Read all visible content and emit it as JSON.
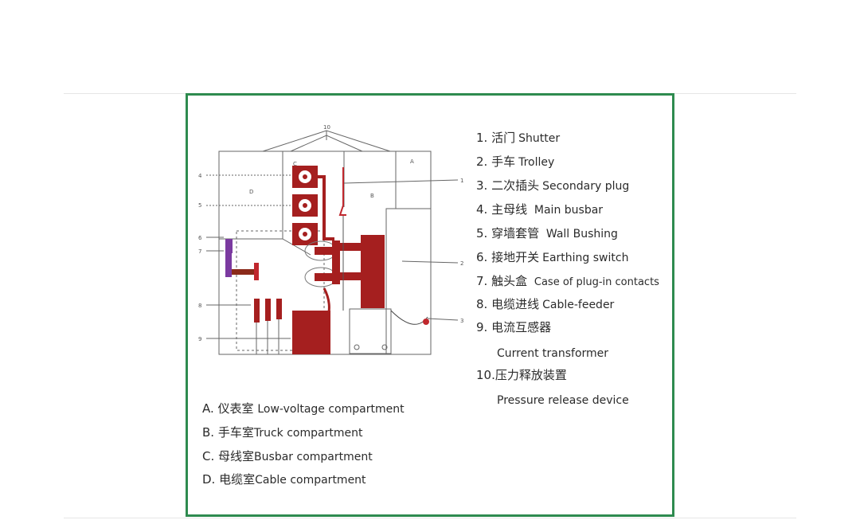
{
  "colors": {
    "frame": "#2e8b4f",
    "equipment_red": "#a51f1f",
    "purple": "#7b3aa0",
    "line": "#555555"
  },
  "diagram": {
    "callouts": {
      "n1": "1",
      "n2": "2",
      "n3": "3",
      "n4": "4",
      "n5": "5",
      "n6": "6",
      "n7": "7",
      "n8": "8",
      "n9": "9",
      "n10": "10"
    },
    "regions": {
      "a": "A",
      "b": "B",
      "c": "C",
      "d": "D"
    }
  },
  "legend": [
    {
      "num": "1.",
      "zh": "活门",
      "en": "Shutter"
    },
    {
      "num": "2.",
      "zh": "手车",
      "en": "Trolley"
    },
    {
      "num": "3.",
      "zh": "二次插头",
      "en": "Secondary plug"
    },
    {
      "num": "4.",
      "zh": "主母线",
      "en": "Main busbar"
    },
    {
      "num": "5.",
      "zh": "穿墙套管",
      "en": "Wall Bushing"
    },
    {
      "num": "6.",
      "zh": "接地开关",
      "en": "Earthing switch"
    },
    {
      "num": "7.",
      "zh": "触头盒",
      "en": "Case of plug-in contacts"
    },
    {
      "num": "8.",
      "zh": "电缆进线",
      "en": "Cable-feeder"
    },
    {
      "num": "9.",
      "zh": "电流互感器",
      "en": "Current transformer"
    },
    {
      "num": "10.",
      "zh": "压力释放装置",
      "en": "Pressure release device"
    }
  ],
  "compartments": [
    {
      "letter": "A.",
      "zh": "仪表室",
      "en": "Low-voltage compartment"
    },
    {
      "letter": "B.",
      "zh": "手车室",
      "en": "Truck compartment"
    },
    {
      "letter": "C.",
      "zh": "母线室",
      "en": "Busbar compartment"
    },
    {
      "letter": "D.",
      "zh": "电缆室",
      "en": "Cable compartment"
    }
  ]
}
